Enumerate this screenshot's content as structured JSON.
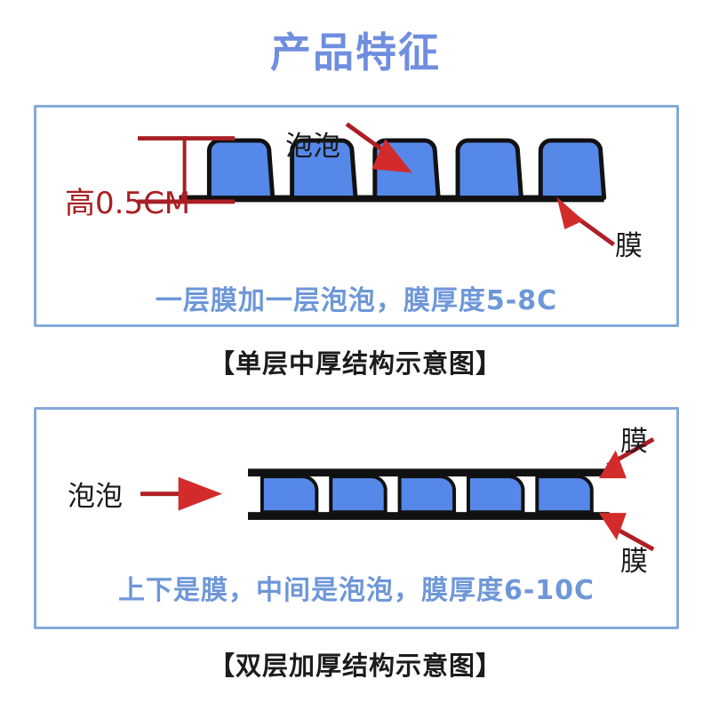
{
  "header": {
    "title": "产品特征",
    "title_color": "#6f8ee0"
  },
  "theme": {
    "panel_border": "#86a9d8",
    "bubble_fill": "#5588e8",
    "bubble_stroke": "#111111",
    "film_line": "#111111",
    "arrow_red": "#b01e24",
    "measure_red": "#a81f24",
    "summary_blue": "#6e97d8",
    "caption_black": "#1c1c1c",
    "background": "#ffffff"
  },
  "panels": [
    {
      "id": "single",
      "caption": "【单层中厚结构示意图】",
      "summary": "一层膜加一层泡泡，膜厚度5-8C",
      "bubble_count": 5,
      "labels": {
        "measure": "高0.5CM",
        "bubble": "泡泡",
        "film": "膜"
      }
    },
    {
      "id": "double",
      "caption": "【双层加厚结构示意图】",
      "summary": "上下是膜，中间是泡泡，膜厚度6-10C",
      "bubble_count": 5,
      "labels": {
        "bubble": "泡泡",
        "film_top": "膜",
        "film_bottom": "膜"
      }
    }
  ]
}
